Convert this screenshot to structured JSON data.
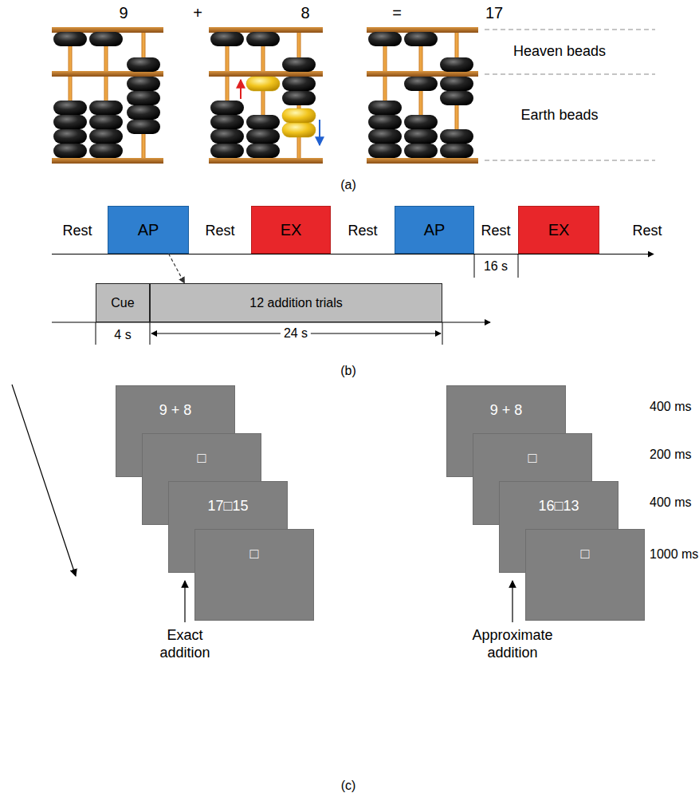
{
  "diagram": {
    "nodes": [
      {
        "text": [
          "AP"
        ]
      },
      {
        "text": [
          "EX"
        ]
      },
      {
        "text": [
          "AP"
        ]
      },
      {
        "text": [
          "EX"
        ]
      },
      {
        "text": [
          "Cue"
        ]
      },
      {
        "text": [
          "12 addition trials"
        ]
      },
      {
        "text": [
          "9 + 8"
        ]
      },
      {
        "text": [
          "□"
        ]
      },
      {
        "text": [
          "17□15"
        ]
      },
      {
        "text": [
          "□"
        ]
      },
      {
        "text": [
          "9 + 8"
        ]
      },
      {
        "text": [
          "□"
        ]
      },
      {
        "text": [
          "16□13"
        ]
      },
      {
        "text": [
          "□"
        ]
      }
    ],
    "edges": [
      {
        "from": 0,
        "to": 5,
        "arrow": "to"
      }
    ],
    "labels": [
      "9",
      "+",
      "8",
      "=",
      "17",
      "Heaven beads",
      "Earth beads",
      "(a)",
      "Rest",
      "Rest",
      "Rest",
      "Rest",
      "Rest",
      "16 s",
      "4 s",
      "24 s",
      "(b)",
      "400 ms",
      "200 ms",
      "400 ms",
      "1000 ms",
      "Exact addition",
      "Approximate addition",
      "(c)"
    ]
  }
}
